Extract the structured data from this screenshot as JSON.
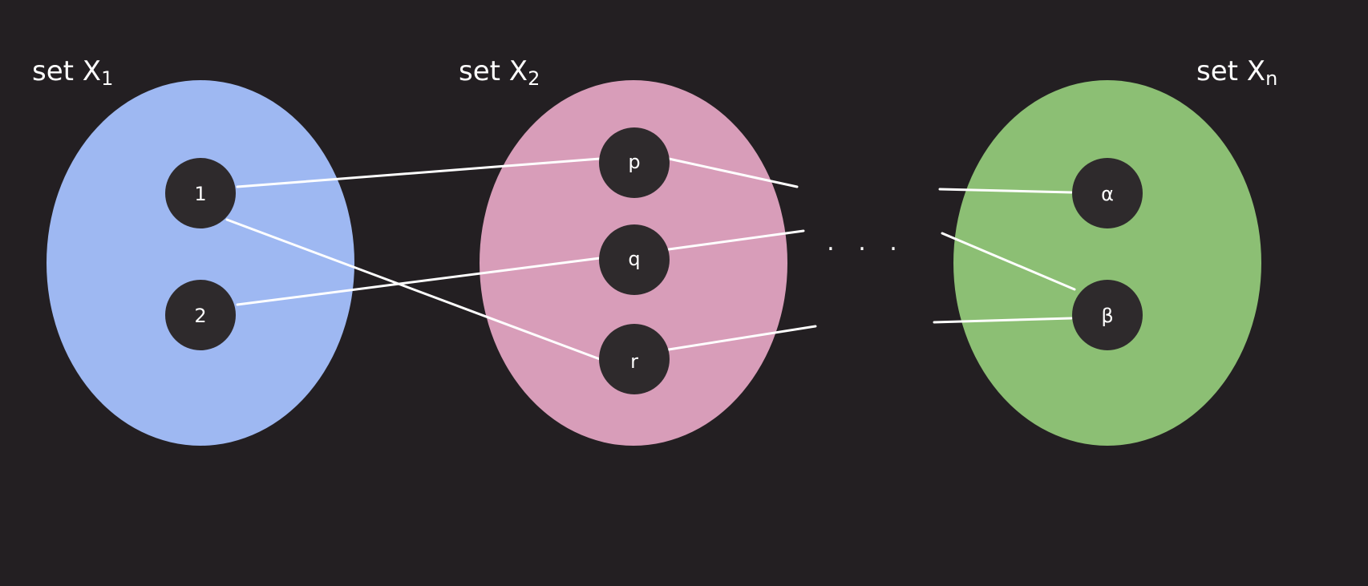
{
  "background_color": "#231f22",
  "sets": [
    {
      "id": "x1",
      "title_prefix": "set X",
      "title_subscript": "1",
      "color": "#9eb8f2",
      "elements": [
        {
          "id": "e-1",
          "label": "1"
        },
        {
          "id": "e-2",
          "label": "2"
        }
      ]
    },
    {
      "id": "x2",
      "title_prefix": "set X",
      "title_subscript": "2",
      "color": "#d89db9",
      "elements": [
        {
          "id": "e-p",
          "label": "p"
        },
        {
          "id": "e-q",
          "label": "q"
        },
        {
          "id": "e-r",
          "label": "r"
        }
      ]
    },
    {
      "id": "xn",
      "title_prefix": "set X",
      "title_subscript": "n",
      "color": "#8cbf74",
      "elements": [
        {
          "id": "e-alpha",
          "label": "α"
        },
        {
          "id": "e-beta",
          "label": "β"
        }
      ]
    }
  ],
  "ellipsis": ". . .",
  "node_color": "#2e2a2c",
  "line_color": "#ffffff",
  "connections": [
    {
      "from": "e-1",
      "to": "e-p"
    },
    {
      "from": "e-1",
      "to": "e-r"
    },
    {
      "from": "e-2",
      "to": "e-q"
    }
  ]
}
